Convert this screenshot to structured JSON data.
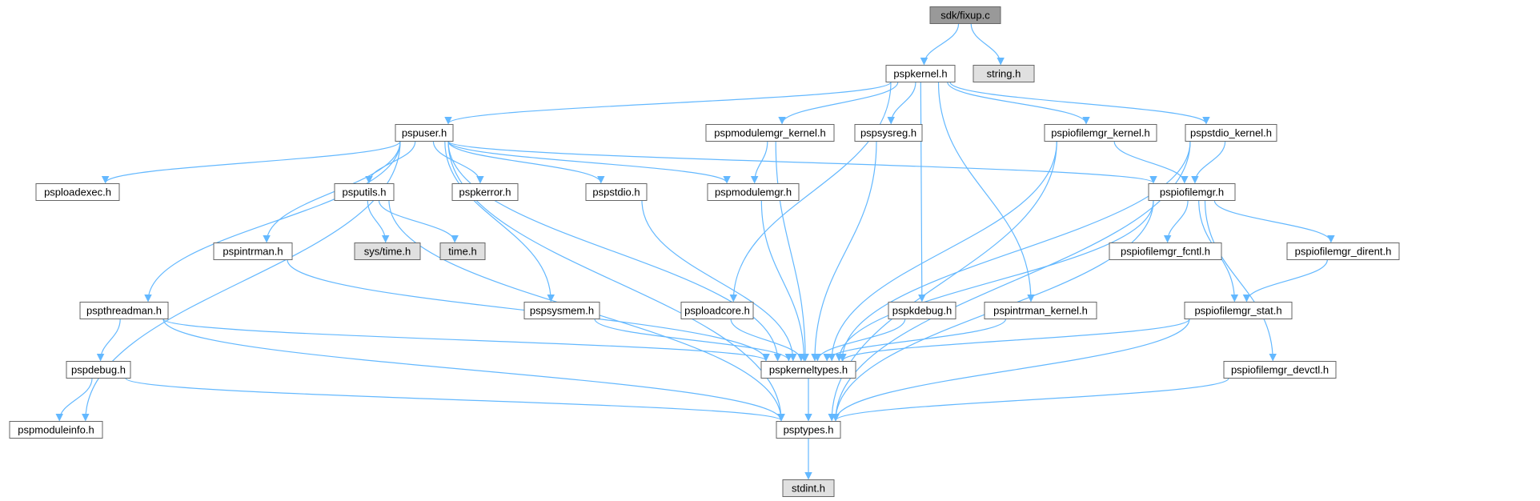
{
  "title": "",
  "colors": {
    "edge": "#63b8ff",
    "root_fill": "#999999",
    "node_fill": "#ffffff",
    "external_fill": "#e0e0e0",
    "border": "#666666"
  },
  "nodes": [
    {
      "id": "fixup",
      "label": "sdk/fixup.c",
      "kind": "root"
    },
    {
      "id": "pspkernel",
      "label": "pspkernel.h",
      "kind": "local"
    },
    {
      "id": "string",
      "label": "string.h",
      "kind": "external"
    },
    {
      "id": "pspuser",
      "label": "pspuser.h",
      "kind": "local"
    },
    {
      "id": "pspmodulemgr_kernel",
      "label": "pspmodulemgr_kernel.h",
      "kind": "local"
    },
    {
      "id": "pspsysreg",
      "label": "pspsysreg.h",
      "kind": "local"
    },
    {
      "id": "pspiofilemgr_kernel",
      "label": "pspiofilemgr_kernel.h",
      "kind": "local"
    },
    {
      "id": "pspstdio_kernel",
      "label": "pspstdio_kernel.h",
      "kind": "local"
    },
    {
      "id": "psploadexec",
      "label": "psploadexec.h",
      "kind": "local"
    },
    {
      "id": "psputils",
      "label": "psputils.h",
      "kind": "local"
    },
    {
      "id": "pspkerror",
      "label": "pspkerror.h",
      "kind": "local"
    },
    {
      "id": "pspstdio",
      "label": "pspstdio.h",
      "kind": "local"
    },
    {
      "id": "pspmodulemgr",
      "label": "pspmodulemgr.h",
      "kind": "local"
    },
    {
      "id": "pspiofilemgr",
      "label": "pspiofilemgr.h",
      "kind": "local"
    },
    {
      "id": "systime",
      "label": "sys/time.h",
      "kind": "external"
    },
    {
      "id": "time",
      "label": "time.h",
      "kind": "external"
    },
    {
      "id": "pspintrman",
      "label": "pspintrman.h",
      "kind": "local"
    },
    {
      "id": "pspiofilemgr_fcntl",
      "label": "pspiofilemgr_fcntl.h",
      "kind": "local"
    },
    {
      "id": "pspiofilemgr_dirent",
      "label": "pspiofilemgr_dirent.h",
      "kind": "local"
    },
    {
      "id": "pspthreadman",
      "label": "pspthreadman.h",
      "kind": "local"
    },
    {
      "id": "pspsysmem",
      "label": "pspsysmem.h",
      "kind": "local"
    },
    {
      "id": "psploadcore",
      "label": "psploadcore.h",
      "kind": "local"
    },
    {
      "id": "pspkdebug",
      "label": "pspkdebug.h",
      "kind": "local"
    },
    {
      "id": "pspintrman_kernel",
      "label": "pspintrman_kernel.h",
      "kind": "local"
    },
    {
      "id": "pspiofilemgr_stat",
      "label": "pspiofilemgr_stat.h",
      "kind": "local"
    },
    {
      "id": "pspdebug",
      "label": "pspdebug.h",
      "kind": "local"
    },
    {
      "id": "pspkerneltypes",
      "label": "pspkerneltypes.h",
      "kind": "local"
    },
    {
      "id": "pspiofilemgr_devctl",
      "label": "pspiofilemgr_devctl.h",
      "kind": "local"
    },
    {
      "id": "pspmoduleinfo",
      "label": "pspmoduleinfo.h",
      "kind": "local"
    },
    {
      "id": "psptypes",
      "label": "psptypes.h",
      "kind": "local"
    },
    {
      "id": "stdint",
      "label": "stdint.h",
      "kind": "external"
    }
  ],
  "edges": [
    [
      "fixup",
      "pspkernel"
    ],
    [
      "fixup",
      "string"
    ],
    [
      "pspkernel",
      "pspuser"
    ],
    [
      "pspkernel",
      "psploadcore"
    ],
    [
      "pspkernel",
      "pspmodulemgr_kernel"
    ],
    [
      "pspkernel",
      "pspsysreg"
    ],
    [
      "pspkernel",
      "pspkdebug"
    ],
    [
      "pspkernel",
      "pspintrman_kernel"
    ],
    [
      "pspkernel",
      "pspiofilemgr_kernel"
    ],
    [
      "pspkernel",
      "pspstdio_kernel"
    ],
    [
      "pspuser",
      "psploadexec"
    ],
    [
      "pspuser",
      "psputils"
    ],
    [
      "pspuser",
      "pspkerror"
    ],
    [
      "pspuser",
      "pspstdio"
    ],
    [
      "pspuser",
      "pspmodulemgr"
    ],
    [
      "pspuser",
      "pspiofilemgr"
    ],
    [
      "pspuser",
      "pspintrman"
    ],
    [
      "pspuser",
      "pspthreadman"
    ],
    [
      "pspuser",
      "pspsysmem"
    ],
    [
      "pspuser",
      "pspkerneltypes"
    ],
    [
      "pspuser",
      "pspmoduleinfo"
    ],
    [
      "pspuser",
      "psptypes"
    ],
    [
      "pspmodulemgr_kernel",
      "pspmodulemgr"
    ],
    [
      "pspmodulemgr_kernel",
      "pspkerneltypes"
    ],
    [
      "pspsysreg",
      "pspkerneltypes"
    ],
    [
      "pspiofilemgr_kernel",
      "pspiofilemgr"
    ],
    [
      "pspiofilemgr_kernel",
      "pspkerneltypes"
    ],
    [
      "pspiofilemgr_kernel",
      "psptypes"
    ],
    [
      "pspstdio_kernel",
      "pspiofilemgr"
    ],
    [
      "pspstdio_kernel",
      "pspkerneltypes"
    ],
    [
      "pspstdio_kernel",
      "psptypes"
    ],
    [
      "psputils",
      "systime"
    ],
    [
      "psputils",
      "time"
    ],
    [
      "psputils",
      "psptypes"
    ],
    [
      "pspstdio",
      "pspkerneltypes"
    ],
    [
      "pspmodulemgr",
      "pspkerneltypes"
    ],
    [
      "pspiofilemgr",
      "pspiofilemgr_fcntl"
    ],
    [
      "pspiofilemgr",
      "pspiofilemgr_dirent"
    ],
    [
      "pspiofilemgr",
      "pspiofilemgr_stat"
    ],
    [
      "pspiofilemgr",
      "pspiofilemgr_devctl"
    ],
    [
      "pspiofilemgr",
      "pspkerneltypes"
    ],
    [
      "pspiofilemgr",
      "psptypes"
    ],
    [
      "pspiofilemgr_dirent",
      "pspiofilemgr_stat"
    ],
    [
      "pspintrman",
      "pspkerneltypes"
    ],
    [
      "pspthreadman",
      "pspdebug"
    ],
    [
      "pspthreadman",
      "pspkerneltypes"
    ],
    [
      "pspthreadman",
      "psptypes"
    ],
    [
      "pspsysmem",
      "pspkerneltypes"
    ],
    [
      "psploadcore",
      "pspkerneltypes"
    ],
    [
      "pspkdebug",
      "pspkerneltypes"
    ],
    [
      "pspintrman_kernel",
      "pspkerneltypes"
    ],
    [
      "pspiofilemgr_stat",
      "pspkerneltypes"
    ],
    [
      "pspiofilemgr_stat",
      "psptypes"
    ],
    [
      "pspdebug",
      "pspmoduleinfo"
    ],
    [
      "pspdebug",
      "psptypes"
    ],
    [
      "pspiofilemgr_devctl",
      "psptypes"
    ],
    [
      "pspkerneltypes",
      "psptypes"
    ],
    [
      "psptypes",
      "stdint"
    ]
  ]
}
